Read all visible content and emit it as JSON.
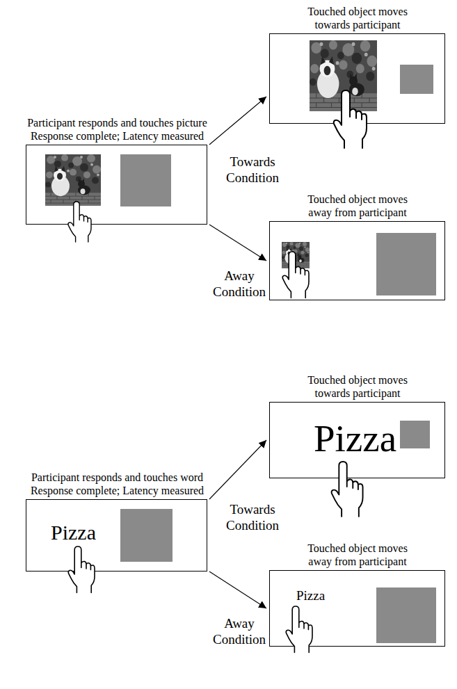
{
  "diagram": {
    "nodes": [
      {
        "text": [
          "Participant responds and touches picture",
          "Response complete; Latency measured"
        ]
      },
      {
        "text": [
          "Touched object moves towards participant"
        ]
      },
      {
        "text": [
          "Touched object moves away from participant"
        ]
      },
      {
        "text": [
          "Participant responds and touches word",
          "Response complete; Latency measured",
          "Pizza"
        ]
      },
      {
        "text": [
          "Touched object moves towards participant",
          "Pizza"
        ]
      },
      {
        "text": [
          "Touched object moves away from participant",
          "Pizza"
        ]
      }
    ],
    "edges": [
      {
        "from": 0,
        "to": 1,
        "arrow": "to",
        "label": "Towards Condition"
      },
      {
        "from": 0,
        "to": 2,
        "arrow": "to",
        "label": "Away Condition"
      },
      {
        "from": 3,
        "to": 4,
        "arrow": "to",
        "label": "Towards Condition"
      },
      {
        "from": 3,
        "to": 5,
        "arrow": "to",
        "label": "Away Condition"
      }
    ]
  }
}
